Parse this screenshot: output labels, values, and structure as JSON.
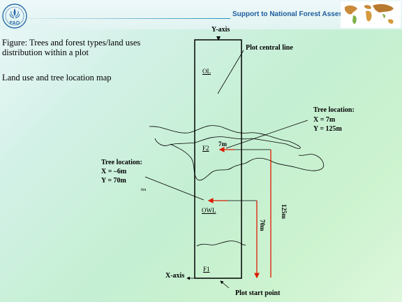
{
  "header": {
    "title": "Support to National Forest Assessment",
    "logo_text": "FAO",
    "accent_color": "#1d5b9c"
  },
  "figure": {
    "title": "Figure:  Trees and forest types/land uses distribution within a plot",
    "subtitle": "Land use and tree location map"
  },
  "diagram": {
    "y_axis": "Y-axis",
    "x_axis": "X-axis",
    "plot_central_line": "Plot central line",
    "plot_start_point": "Plot start point",
    "zones": {
      "ol": "OL",
      "f2": "F2",
      "owl": "OWL",
      "f1": "F1"
    },
    "tree_right": {
      "title": "Tree location:",
      "x": "X = 7m",
      "y": "Y = 125m"
    },
    "tree_left": {
      "title": "Tree location:",
      "x": "X = –6m",
      "y": "Y = 70m"
    },
    "dims": {
      "d7": "7m",
      "d70": "70m",
      "d125": "125m",
      "d6": "6m"
    }
  }
}
